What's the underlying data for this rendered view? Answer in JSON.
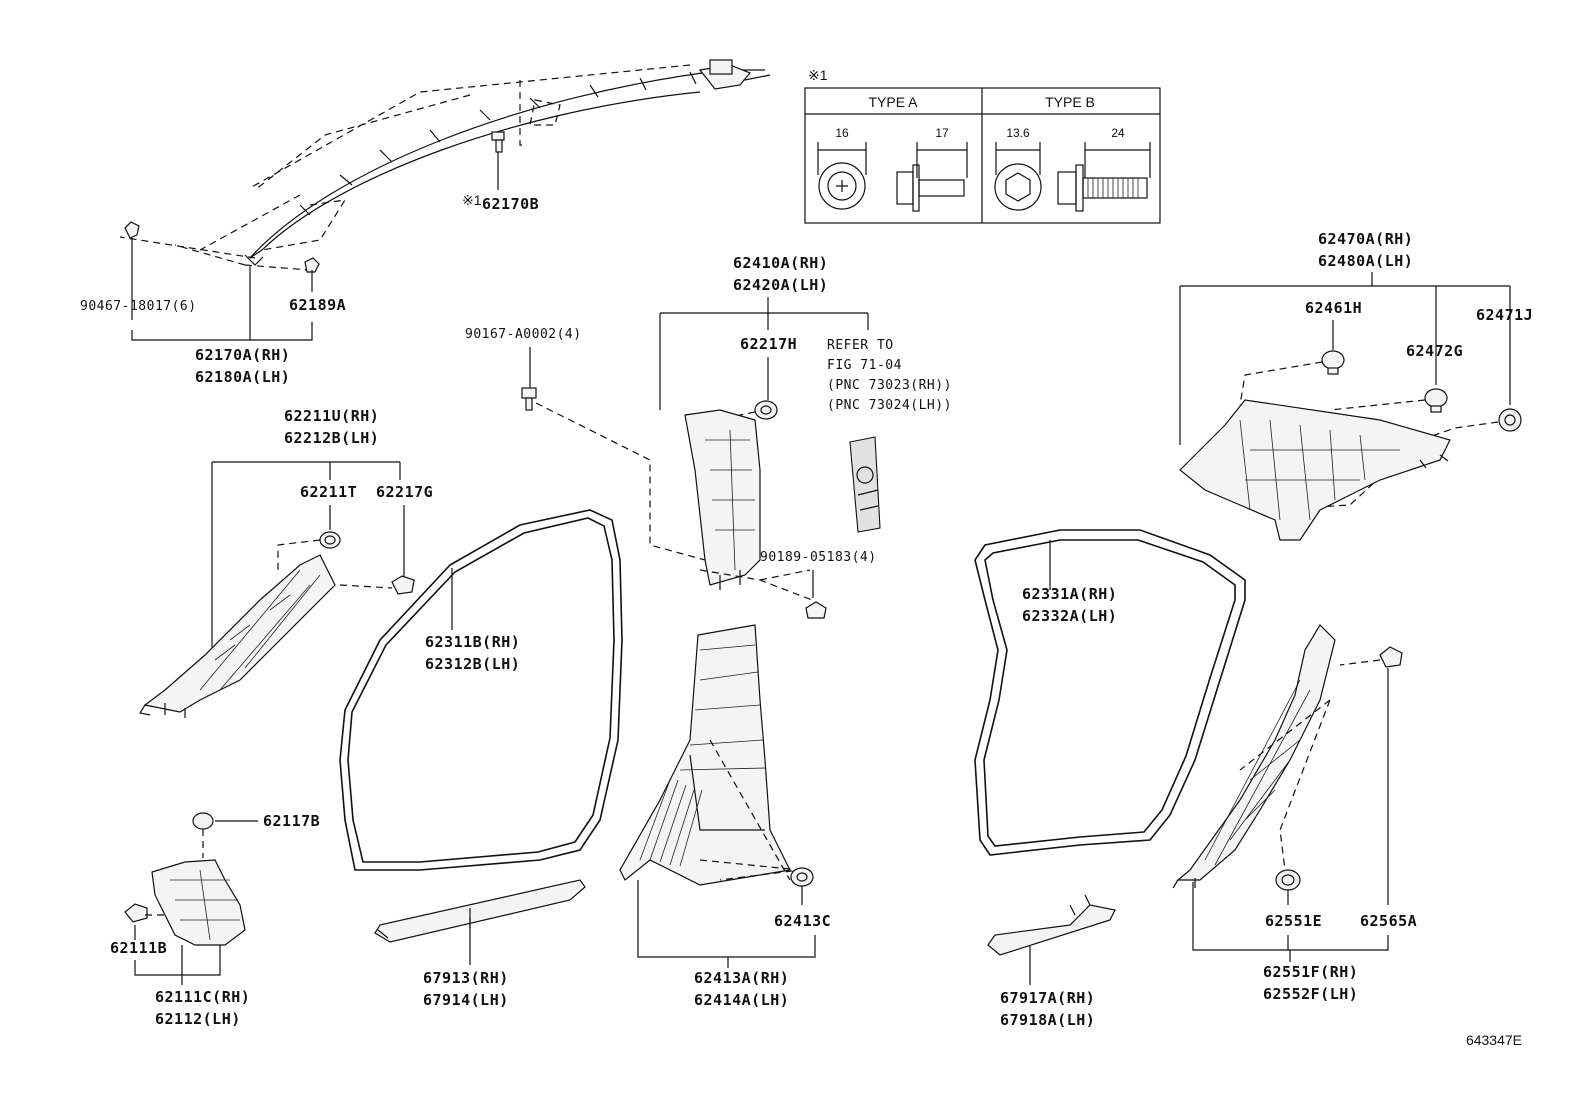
{
  "figure_code": "643347E",
  "legend_table": {
    "note_mark": "※1",
    "type_a": {
      "label": "TYPE A",
      "dim1": "16",
      "dim2": "17"
    },
    "type_b": {
      "label": "TYPE B",
      "dim1": "13.6",
      "dim2": "24"
    }
  },
  "callouts": {
    "p62170B_mark": "※1",
    "p62170B": "62170B",
    "p90467": "90467-18017(6)",
    "p62189A": "62189A",
    "p62170A": "62170A(RH)",
    "p62180A": "62180A(LH)",
    "p62211U": "62211U(RH)",
    "p62212B": "62212B(LH)",
    "p62211T": "62211T",
    "p62217G": "62217G",
    "p90167": "90167-A0002(4)",
    "p62410A": "62410A(RH)",
    "p62420A": "62420A(LH)",
    "p62217H": "62217H",
    "refer_1": "REFER TO",
    "refer_2": "FIG 71-04",
    "refer_3": "(PNC 73023(RH))",
    "refer_4": "(PNC 73024(LH))",
    "p90189": "90189-05183(4)",
    "p62311B": "62311B(RH)",
    "p62312B": "62312B(LH)",
    "p62331A": "62331A(RH)",
    "p62332A": "62332A(LH)",
    "p62470A": "62470A(RH)",
    "p62480A": "62480A(LH)",
    "p62461H": "62461H",
    "p62471J": "62471J",
    "p62472G": "62472G",
    "p62117B": "62117B",
    "p62111B": "62111B",
    "p62111C": "62111C(RH)",
    "p62112": "62112(LH)",
    "p67913": "67913(RH)",
    "p67914": "67914(LH)",
    "p62413C": "62413C",
    "p62413A": "62413A(RH)",
    "p62414A": "62414A(LH)",
    "p67917A": "67917A(RH)",
    "p67918A": "67918A(LH)",
    "p62551E": "62551E",
    "p62565A": "62565A",
    "p62551F": "62551F(RH)",
    "p62552F": "62552F(LH)"
  }
}
